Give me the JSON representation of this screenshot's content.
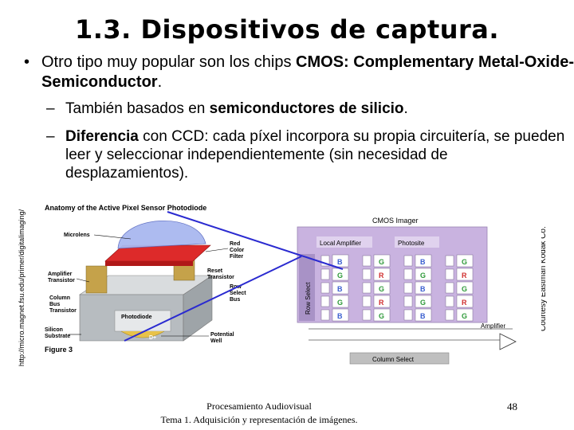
{
  "title": "1.3. Dispositivos de captura.",
  "bullet": {
    "text_before": "Otro tipo muy popular son los chips ",
    "bold": "CMOS: Complementary Metal-Oxide-Semiconductor",
    "text_after": "."
  },
  "sub1": {
    "text_before": "También basados en ",
    "bold": "semiconductores de silicio",
    "text_after": "."
  },
  "sub2": {
    "bold": "Diferencia",
    "text_after": " con CCD: cada píxel incorpora su propia circuitería, se pueden leer y seleccionar independientemente (sin necesidad de desplazamientos)."
  },
  "figure_left": {
    "heading": "Anatomy of the Active Pixel Sensor Photodiode",
    "labels": {
      "microlens": "Microlens",
      "red_filter": "Red Color Filter",
      "reset_transistor": "Reset Transistor",
      "amplifier_transistor": "Amplifier Transistor",
      "row_select_bus": "Row Select Bus",
      "column_bus_transistor": "Column Bus Transistor",
      "photodiode": "Photodiode",
      "silicon_substrate": "Silicon Substrate",
      "potential_well": "Potential Well",
      "figure": "Figure 3",
      "dplus": "D+"
    }
  },
  "figure_right": {
    "heading": "CMOS Imager",
    "local_amplifier": "Local Amplifier",
    "photosite": "Photosite",
    "row_select": "Row Select",
    "amplifier": "Amplifier",
    "column_select": "Column Select",
    "pixel_letters": [
      [
        "B",
        "G",
        "B",
        "G"
      ],
      [
        "G",
        "R",
        "G",
        "R"
      ],
      [
        "B",
        "G",
        "B",
        "G"
      ],
      [
        "G",
        "R",
        "G",
        "R"
      ],
      [
        "B",
        "G",
        "B",
        "G"
      ]
    ]
  },
  "credit_left": "http://micro.magnet.fsu.edu/primer/digitalimaging/",
  "credit_right": "Courtesy Eastman Kodak Co.",
  "footer": {
    "line1": "Procesamiento Audiovisual",
    "line2": "Tema 1. Adquisición y representación de imágenes."
  },
  "page_number": "48",
  "colors": {
    "lens": "#a9b8f0",
    "red_filter": "#e03030",
    "chip": "#cfd3d6",
    "cmos_panel": "#c9b3e0",
    "column_select": "#bfbfbf",
    "pointer_line": "#2a2ad0"
  }
}
